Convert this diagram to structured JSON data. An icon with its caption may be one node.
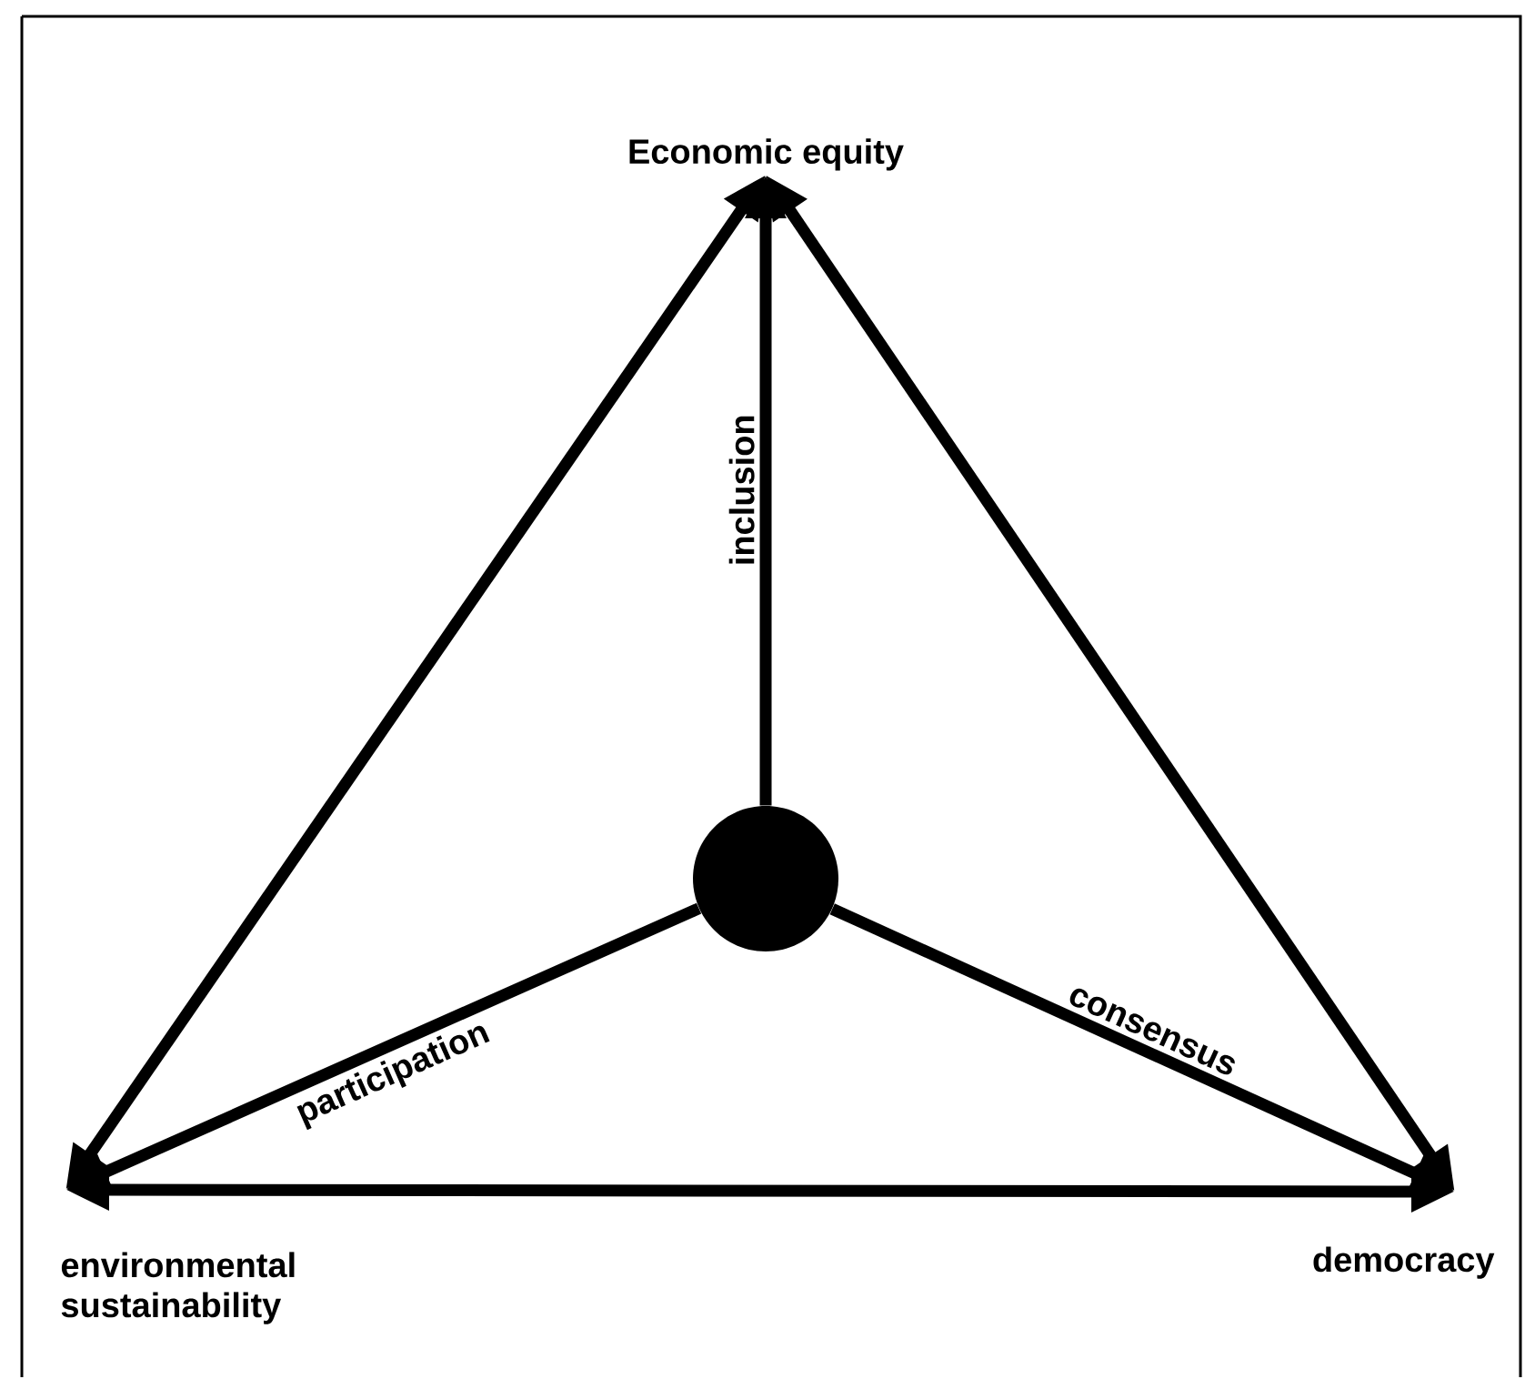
{
  "diagram": {
    "nodes": [
      {
        "text": [
          "Economic equity"
        ]
      },
      {
        "text": [
          "environmental sustainability"
        ]
      },
      {
        "text": [
          "democracy"
        ]
      },
      {
        "text": [],
        "shape": "circle"
      }
    ],
    "edges": [
      {
        "from": 1,
        "to": 0,
        "arrow": "both"
      },
      {
        "from": 0,
        "to": 2,
        "arrow": "both"
      },
      {
        "from": 1,
        "to": 2,
        "arrow": "both"
      },
      {
        "from": 3,
        "to": 0,
        "arrow": "to",
        "label": "inclusion"
      },
      {
        "from": 3,
        "to": 1,
        "arrow": "to",
        "label": "participation"
      },
      {
        "from": 3,
        "to": 2,
        "arrow": "to",
        "label": "consensus"
      }
    ]
  }
}
